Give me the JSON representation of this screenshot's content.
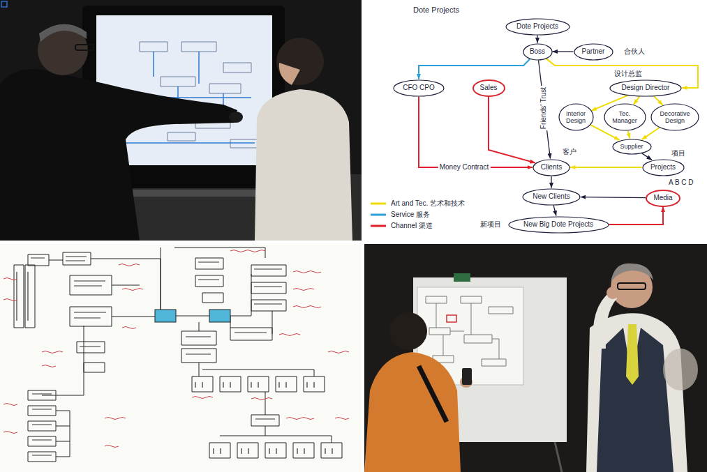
{
  "diagram": {
    "title": "Dote Projects",
    "nodes": [
      {
        "text": [
          "Dote Projects"
        ]
      },
      {
        "text": [
          "Boss"
        ]
      },
      {
        "text": [
          "Partner"
        ]
      },
      {
        "text": [
          "CFO CPO"
        ]
      },
      {
        "text": [
          "Sales"
        ]
      },
      {
        "text": [
          "Design Director"
        ]
      },
      {
        "text": [
          "Interior Design"
        ]
      },
      {
        "text": [
          "Tec. Manager"
        ]
      },
      {
        "text": [
          "Decorative Design"
        ]
      },
      {
        "text": [
          "Supplier"
        ]
      },
      {
        "text": [
          "Clients"
        ]
      },
      {
        "text": [
          "Projects"
        ]
      },
      {
        "text": [
          "New Clients"
        ]
      },
      {
        "text": [
          "Media"
        ]
      },
      {
        "text": [
          "New Big Dote Projects"
        ]
      }
    ],
    "edges": [
      {
        "from": 0,
        "to": 1,
        "arrow": "to"
      },
      {
        "from": 2,
        "to": 1,
        "arrow": "to"
      },
      {
        "from": 1,
        "to": 3,
        "arrow": "to"
      },
      {
        "from": 1,
        "to": 5,
        "arrow": "to"
      },
      {
        "from": 1,
        "to": 10,
        "label": "Friends' Trust",
        "arrow": "to"
      },
      {
        "from": 4,
        "to": 10,
        "arrow": "to"
      },
      {
        "from": 3,
        "to": 10,
        "label": "Money Contract",
        "arrow": "to"
      },
      {
        "from": 5,
        "to": 6,
        "arrow": "to"
      },
      {
        "from": 5,
        "to": 7,
        "arrow": "to"
      },
      {
        "from": 5,
        "to": 8,
        "arrow": "to"
      },
      {
        "from": 6,
        "to": 9,
        "arrow": "to"
      },
      {
        "from": 7,
        "to": 9,
        "arrow": "to"
      },
      {
        "from": 8,
        "to": 9,
        "arrow": "to"
      },
      {
        "from": 9,
        "to": 11,
        "arrow": "to"
      },
      {
        "from": 11,
        "to": 10,
        "arrow": "to"
      },
      {
        "from": 10,
        "to": 12,
        "arrow": "to"
      },
      {
        "from": 13,
        "to": 12,
        "arrow": "to"
      },
      {
        "from": 12,
        "to": 14,
        "arrow": "to"
      },
      {
        "from": 14,
        "to": 13,
        "arrow": "to"
      }
    ],
    "labels": [
      "合伙人",
      "设计总监",
      "客户",
      "项目",
      "A B C D",
      "新项目"
    ],
    "legend": [
      {
        "text": "Art and Tec. 艺术和技术",
        "color": "#f0dc00"
      },
      {
        "text": "Service 服务",
        "color": "#2a9fd8"
      },
      {
        "text": "Channel 渠道",
        "color": "#e0202a"
      }
    ]
  }
}
